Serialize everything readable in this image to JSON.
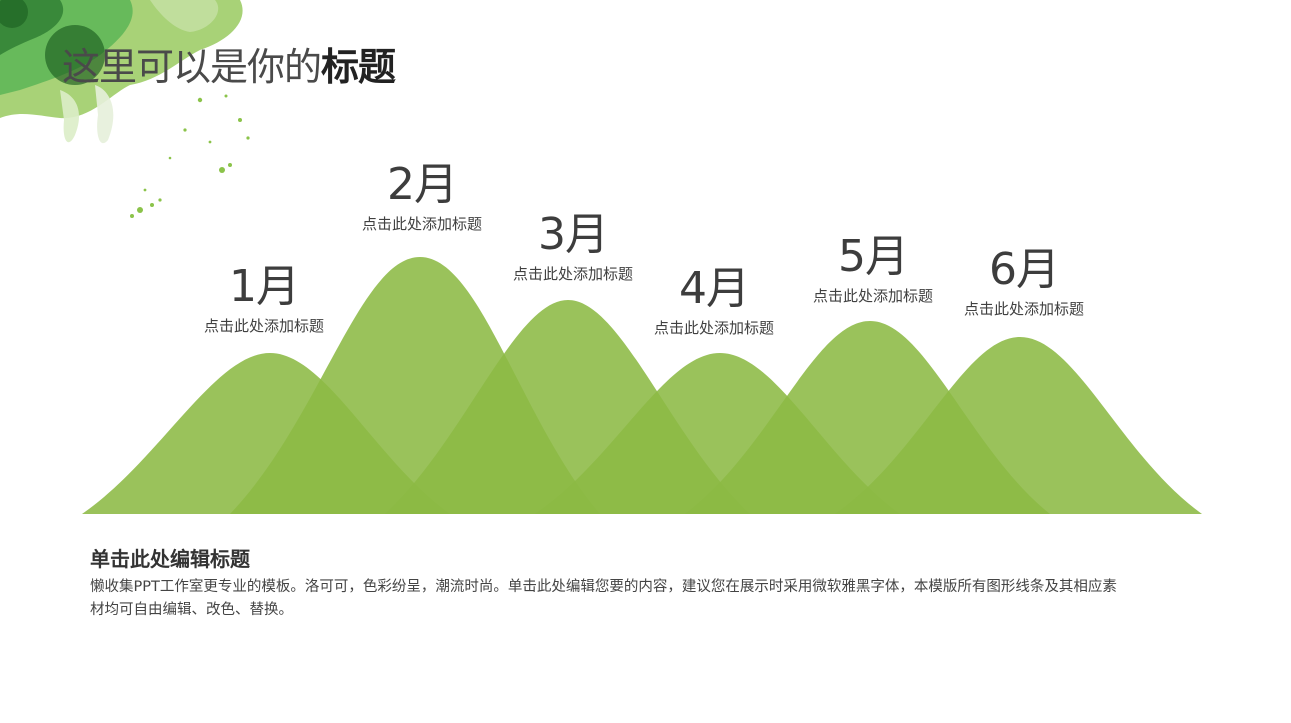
{
  "slide": {
    "title_light": "这里可以是你的",
    "title_bold": "标题",
    "peaks": [
      {
        "month": "1月",
        "subtitle": "点击此处添加标题"
      },
      {
        "month": "2月",
        "subtitle": "点击此处添加标题"
      },
      {
        "month": "3月",
        "subtitle": "点击此处添加标题"
      },
      {
        "month": "4月",
        "subtitle": "点击此处添加标题"
      },
      {
        "month": "5月",
        "subtitle": "点击此处添加标题"
      },
      {
        "month": "6月",
        "subtitle": "点击此处添加标题"
      }
    ],
    "body_heading": "单击此处编辑标题",
    "body_text": "懒收集PPT工作室更专业的模板。洛可可，色彩纷呈，潮流时尚。单击此处编辑您要的内容，建议您在展示时采用微软雅黑字体，本模版所有图形线条及其相应素材均可自由编辑、改色、替换。"
  },
  "colors": {
    "mountain": "#8cb944",
    "splash_dark": "#2e7d32",
    "splash_light": "#8bc34a"
  }
}
